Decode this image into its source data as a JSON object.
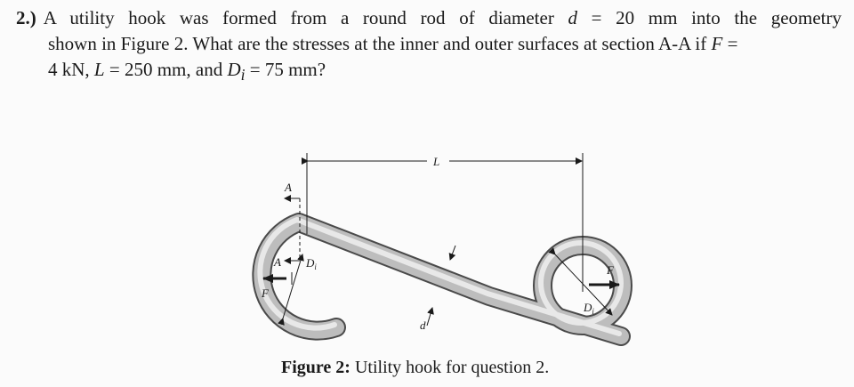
{
  "question": {
    "number": "2.)",
    "line1_a": "A utility hook was formed from a round rod of diameter ",
    "var_d": "d",
    "line1_b": " = 20 mm into the geometry",
    "line2_a": "shown in Figure 2. What are the stresses at the inner and outer surfaces at section A-A if ",
    "var_F": "F",
    "line2_b": " =",
    "line3_a": "4 kN, ",
    "var_L": "L",
    "line3_b": " = 250 mm, and ",
    "var_D": "D",
    "var_D_sub": "i",
    "line3_c": " = 75 mm?"
  },
  "figure": {
    "label_L": "L",
    "label_A_top": "A",
    "label_A_mid": "A",
    "label_Di_left": "D",
    "label_Di_left_sub": "i",
    "label_F_left": "F",
    "label_d": "d",
    "label_F_right": "F",
    "label_Di_right": "D",
    "label_Di_right_sub": "i"
  },
  "caption": {
    "prefix": "Figure 2:",
    "text": " Utility hook for question 2."
  }
}
